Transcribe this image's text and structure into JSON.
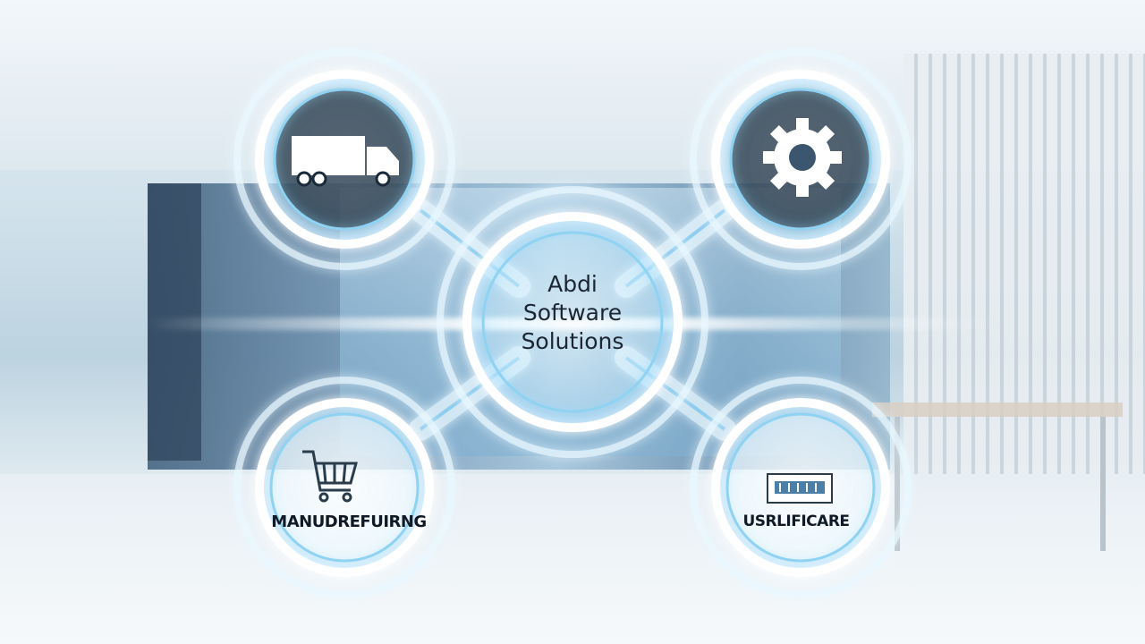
{
  "center": {
    "title_lines": [
      "Abdi",
      "Software",
      "Solutions"
    ]
  },
  "nodes": [
    {
      "position": "top-left",
      "icon": "delivery-truck-icon",
      "label": ""
    },
    {
      "position": "top-right",
      "icon": "gear-icon",
      "label": ""
    },
    {
      "position": "bottom-left",
      "icon": "shopping-cart-icon",
      "label": "MANUDREFUIRNG"
    },
    {
      "position": "bottom-right",
      "icon": "monitor-icon",
      "label": "USRLIFICARE"
    }
  ],
  "colors": {
    "ring_glow": "#bfe9ff",
    "ring_stroke": "#ffffff",
    "accent": "#5fb4e6",
    "text_dark": "#1c2633"
  }
}
